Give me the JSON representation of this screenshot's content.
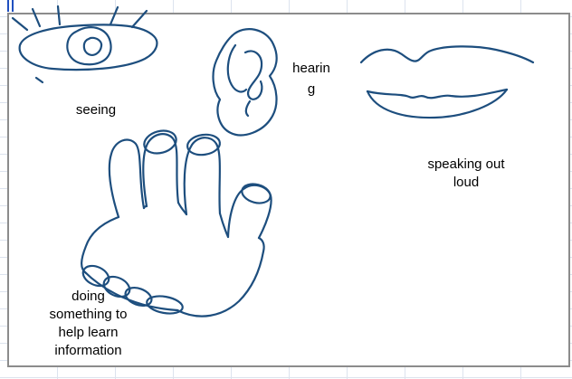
{
  "colors": {
    "ink": "#1d4e7e",
    "canvas_border": "#8c8c8c",
    "grid_line": "#dce3ee",
    "cursor_blue": "#2050c0"
  },
  "sketch": {
    "labels": {
      "seeing": [
        "seeing"
      ],
      "hearing": [
        "hearin",
        "g"
      ],
      "speaking": [
        "speaking out",
        "loud"
      ],
      "doing": [
        "doing",
        "something to",
        "help learn",
        "information"
      ]
    }
  }
}
